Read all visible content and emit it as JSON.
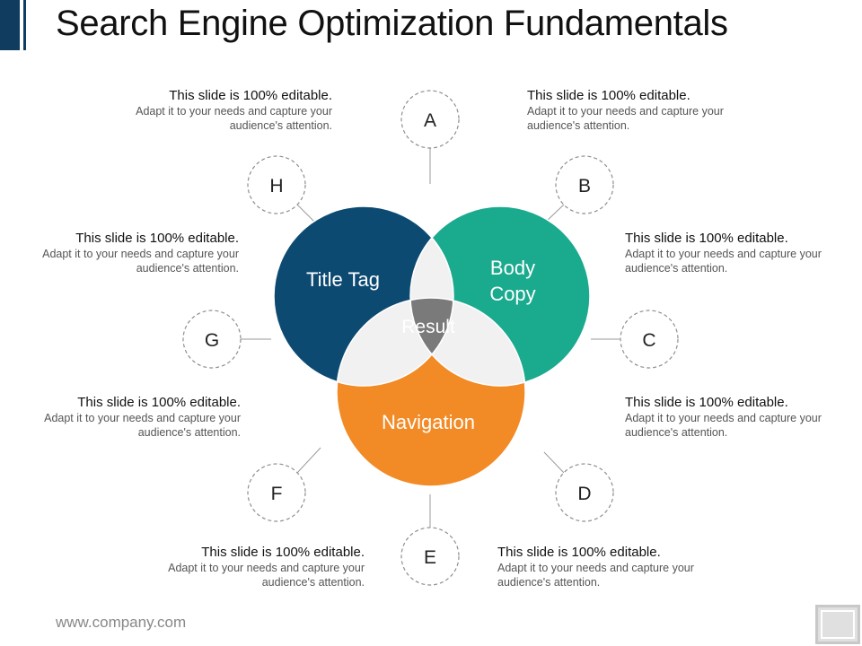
{
  "title": "Search Engine Optimization Fundamentals",
  "footer": "www.company.com",
  "colors": {
    "title_tag": "#0d4a72",
    "body_copy": "#1aaa8e",
    "navigation": "#f28a25",
    "result": "#7a7a7a",
    "overlap": "#f1f1f1"
  },
  "circles": {
    "title_tag": "Title Tag",
    "body_copy_line1": "Body",
    "body_copy_line2": "Copy",
    "navigation": "Navigation",
    "result": "Result"
  },
  "nodes": [
    "A",
    "B",
    "C",
    "D",
    "E",
    "F",
    "G",
    "H"
  ],
  "notes": [
    {
      "head": "This slide is 100% editable.",
      "body": "Adapt it to your needs and capture your audience's attention."
    },
    {
      "head": "This slide is 100% editable.",
      "body": "Adapt it to your needs and capture your audience's attention."
    },
    {
      "head": "This slide is 100% editable.",
      "body": "Adapt it to your needs and capture your audience's attention."
    },
    {
      "head": "This slide is 100% editable.",
      "body": "Adapt it to your needs and capture your audience's attention."
    },
    {
      "head": "This slide is 100% editable.",
      "body": "Adapt it to your needs and capture your audience's attention."
    },
    {
      "head": "This slide is 100% editable.",
      "body": "Adapt it to your needs and capture your audience's attention."
    },
    {
      "head": "This slide is 100% editable.",
      "body": "Adapt it to your needs and capture your audience's attention."
    },
    {
      "head": "This slide is 100% editable.",
      "body": "Adapt it to your needs and capture your audience's attention."
    }
  ]
}
